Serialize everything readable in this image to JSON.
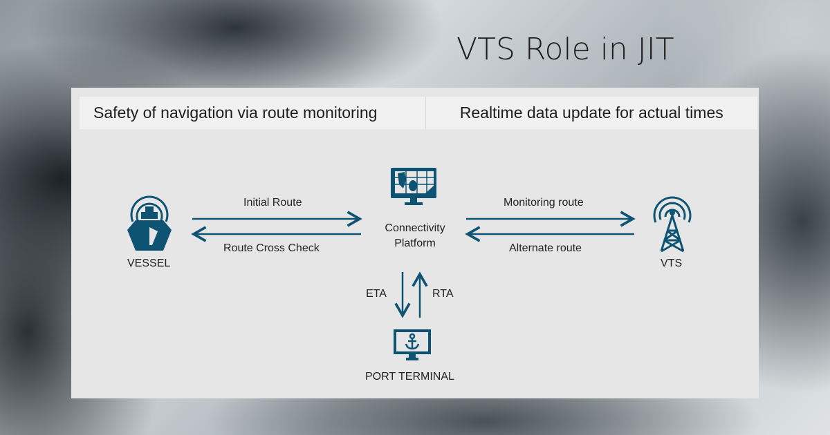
{
  "title": "VTS Role in JIT",
  "header": {
    "left": "Safety of navigation via route monitoring",
    "right": "Realtime data update for actual times"
  },
  "nodes": {
    "vessel": "VESSEL",
    "platform": "Connectivity Platform",
    "vts": "VTS",
    "port": "PORT TERMINAL"
  },
  "flows": {
    "initial_route": "Initial Route",
    "route_cross_check": "Route Cross Check",
    "monitoring_route": "Monitoring route",
    "alternate_route": "Alternate route",
    "eta": "ETA",
    "rta": "RTA"
  },
  "colors": {
    "accent": "#0f5373"
  }
}
